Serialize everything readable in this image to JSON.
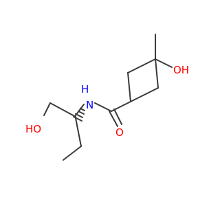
{
  "molecule": {
    "atoms": {
      "oh_ring": "OH",
      "nh": "N",
      "h_on_n": "H",
      "ho_chain": "HO",
      "o_carbonyl": "O"
    },
    "colors": {
      "bond": "#3a3a3a",
      "oxygen": "#ff0000",
      "nitrogen": "#0000ff",
      "background": "#ffffff"
    }
  }
}
